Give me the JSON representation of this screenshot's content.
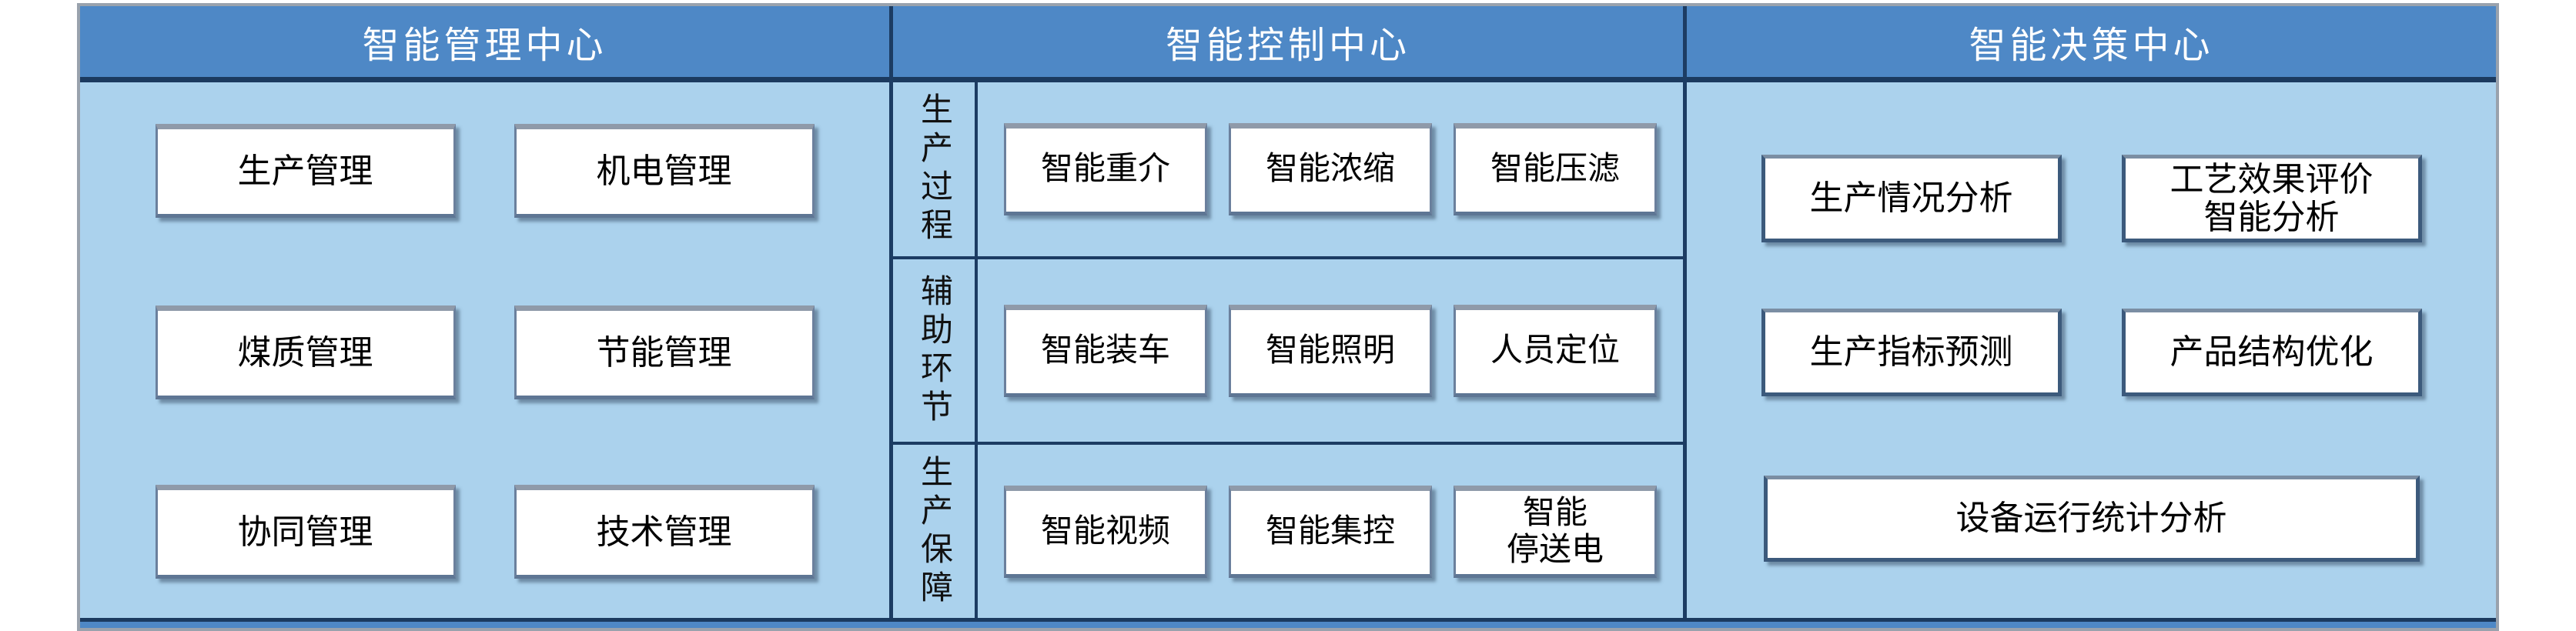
{
  "diagram": {
    "colors": {
      "header_fill": "#4e88c6",
      "body_fill": "#abd2ed",
      "divider_navy": "#1c3c63",
      "outer_border_gray": "#99a2ad",
      "box_fill": "#ffffff",
      "box_border": "#6b809d",
      "header_text": "#ffffff",
      "box_text": "#000000"
    },
    "columns": [
      {
        "title": "智能管理中心",
        "rows": [
          {
            "boxes": [
              {
                "label": "生产管理"
              },
              {
                "label": "机电管理"
              }
            ]
          },
          {
            "boxes": [
              {
                "label": "煤质管理"
              },
              {
                "label": "节能管理"
              }
            ]
          },
          {
            "boxes": [
              {
                "label": "协同管理"
              },
              {
                "label": "技术管理"
              }
            ]
          }
        ]
      },
      {
        "title": "智能控制中心",
        "rows": [
          {
            "side_label": "生产过程",
            "boxes": [
              {
                "label": "智能重介"
              },
              {
                "label": "智能浓缩"
              },
              {
                "label": "智能压滤"
              }
            ]
          },
          {
            "side_label": "辅助环节",
            "boxes": [
              {
                "label": "智能装车"
              },
              {
                "label": "智能照明"
              },
              {
                "label": "人员定位"
              }
            ]
          },
          {
            "side_label": "生产保障",
            "boxes": [
              {
                "label": "智能视频"
              },
              {
                "label": "智能集控"
              },
              {
                "label": "智能\n停送电"
              }
            ]
          }
        ]
      },
      {
        "title": "智能决策中心",
        "rows": [
          {
            "boxes": [
              {
                "label": "生产情况分析"
              },
              {
                "label": "工艺效果评价\n智能分析"
              }
            ]
          },
          {
            "boxes": [
              {
                "label": "生产指标预测"
              },
              {
                "label": "产品结构优化"
              }
            ]
          },
          {
            "boxes": [
              {
                "label": "设备运行统计分析"
              }
            ]
          }
        ]
      }
    ]
  }
}
